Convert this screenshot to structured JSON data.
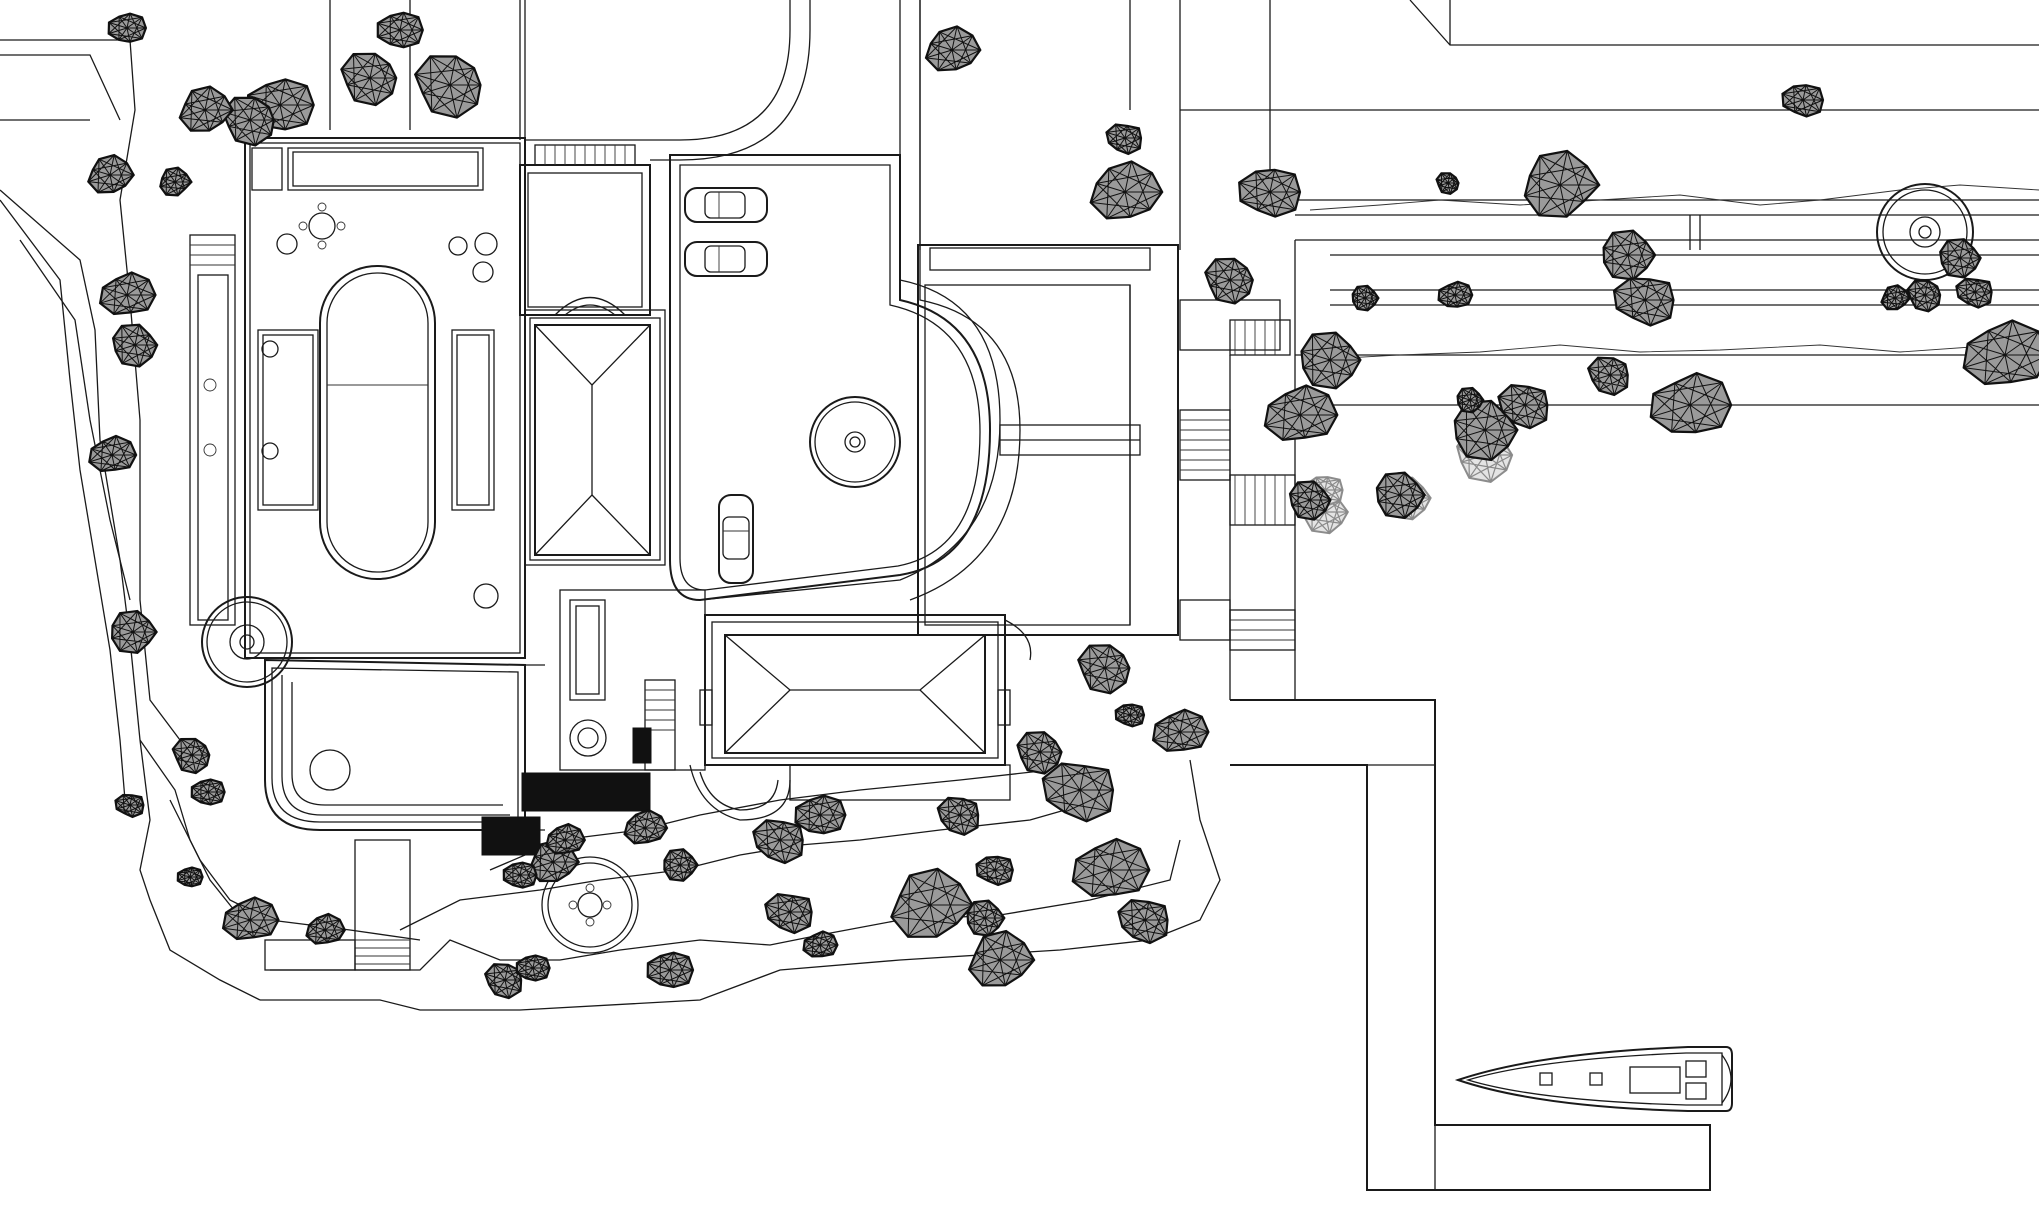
{
  "drawing": {
    "kind": "site plan line drawing",
    "line_color": "#1a1a1a",
    "background": "#ffffff",
    "rock_fill": "#9a9a9a",
    "icons": [
      "boulder-icon",
      "car-icon",
      "boat-icon",
      "fountain-icon",
      "round-table-icon"
    ],
    "cars_count": 3,
    "boats_count": 1
  }
}
